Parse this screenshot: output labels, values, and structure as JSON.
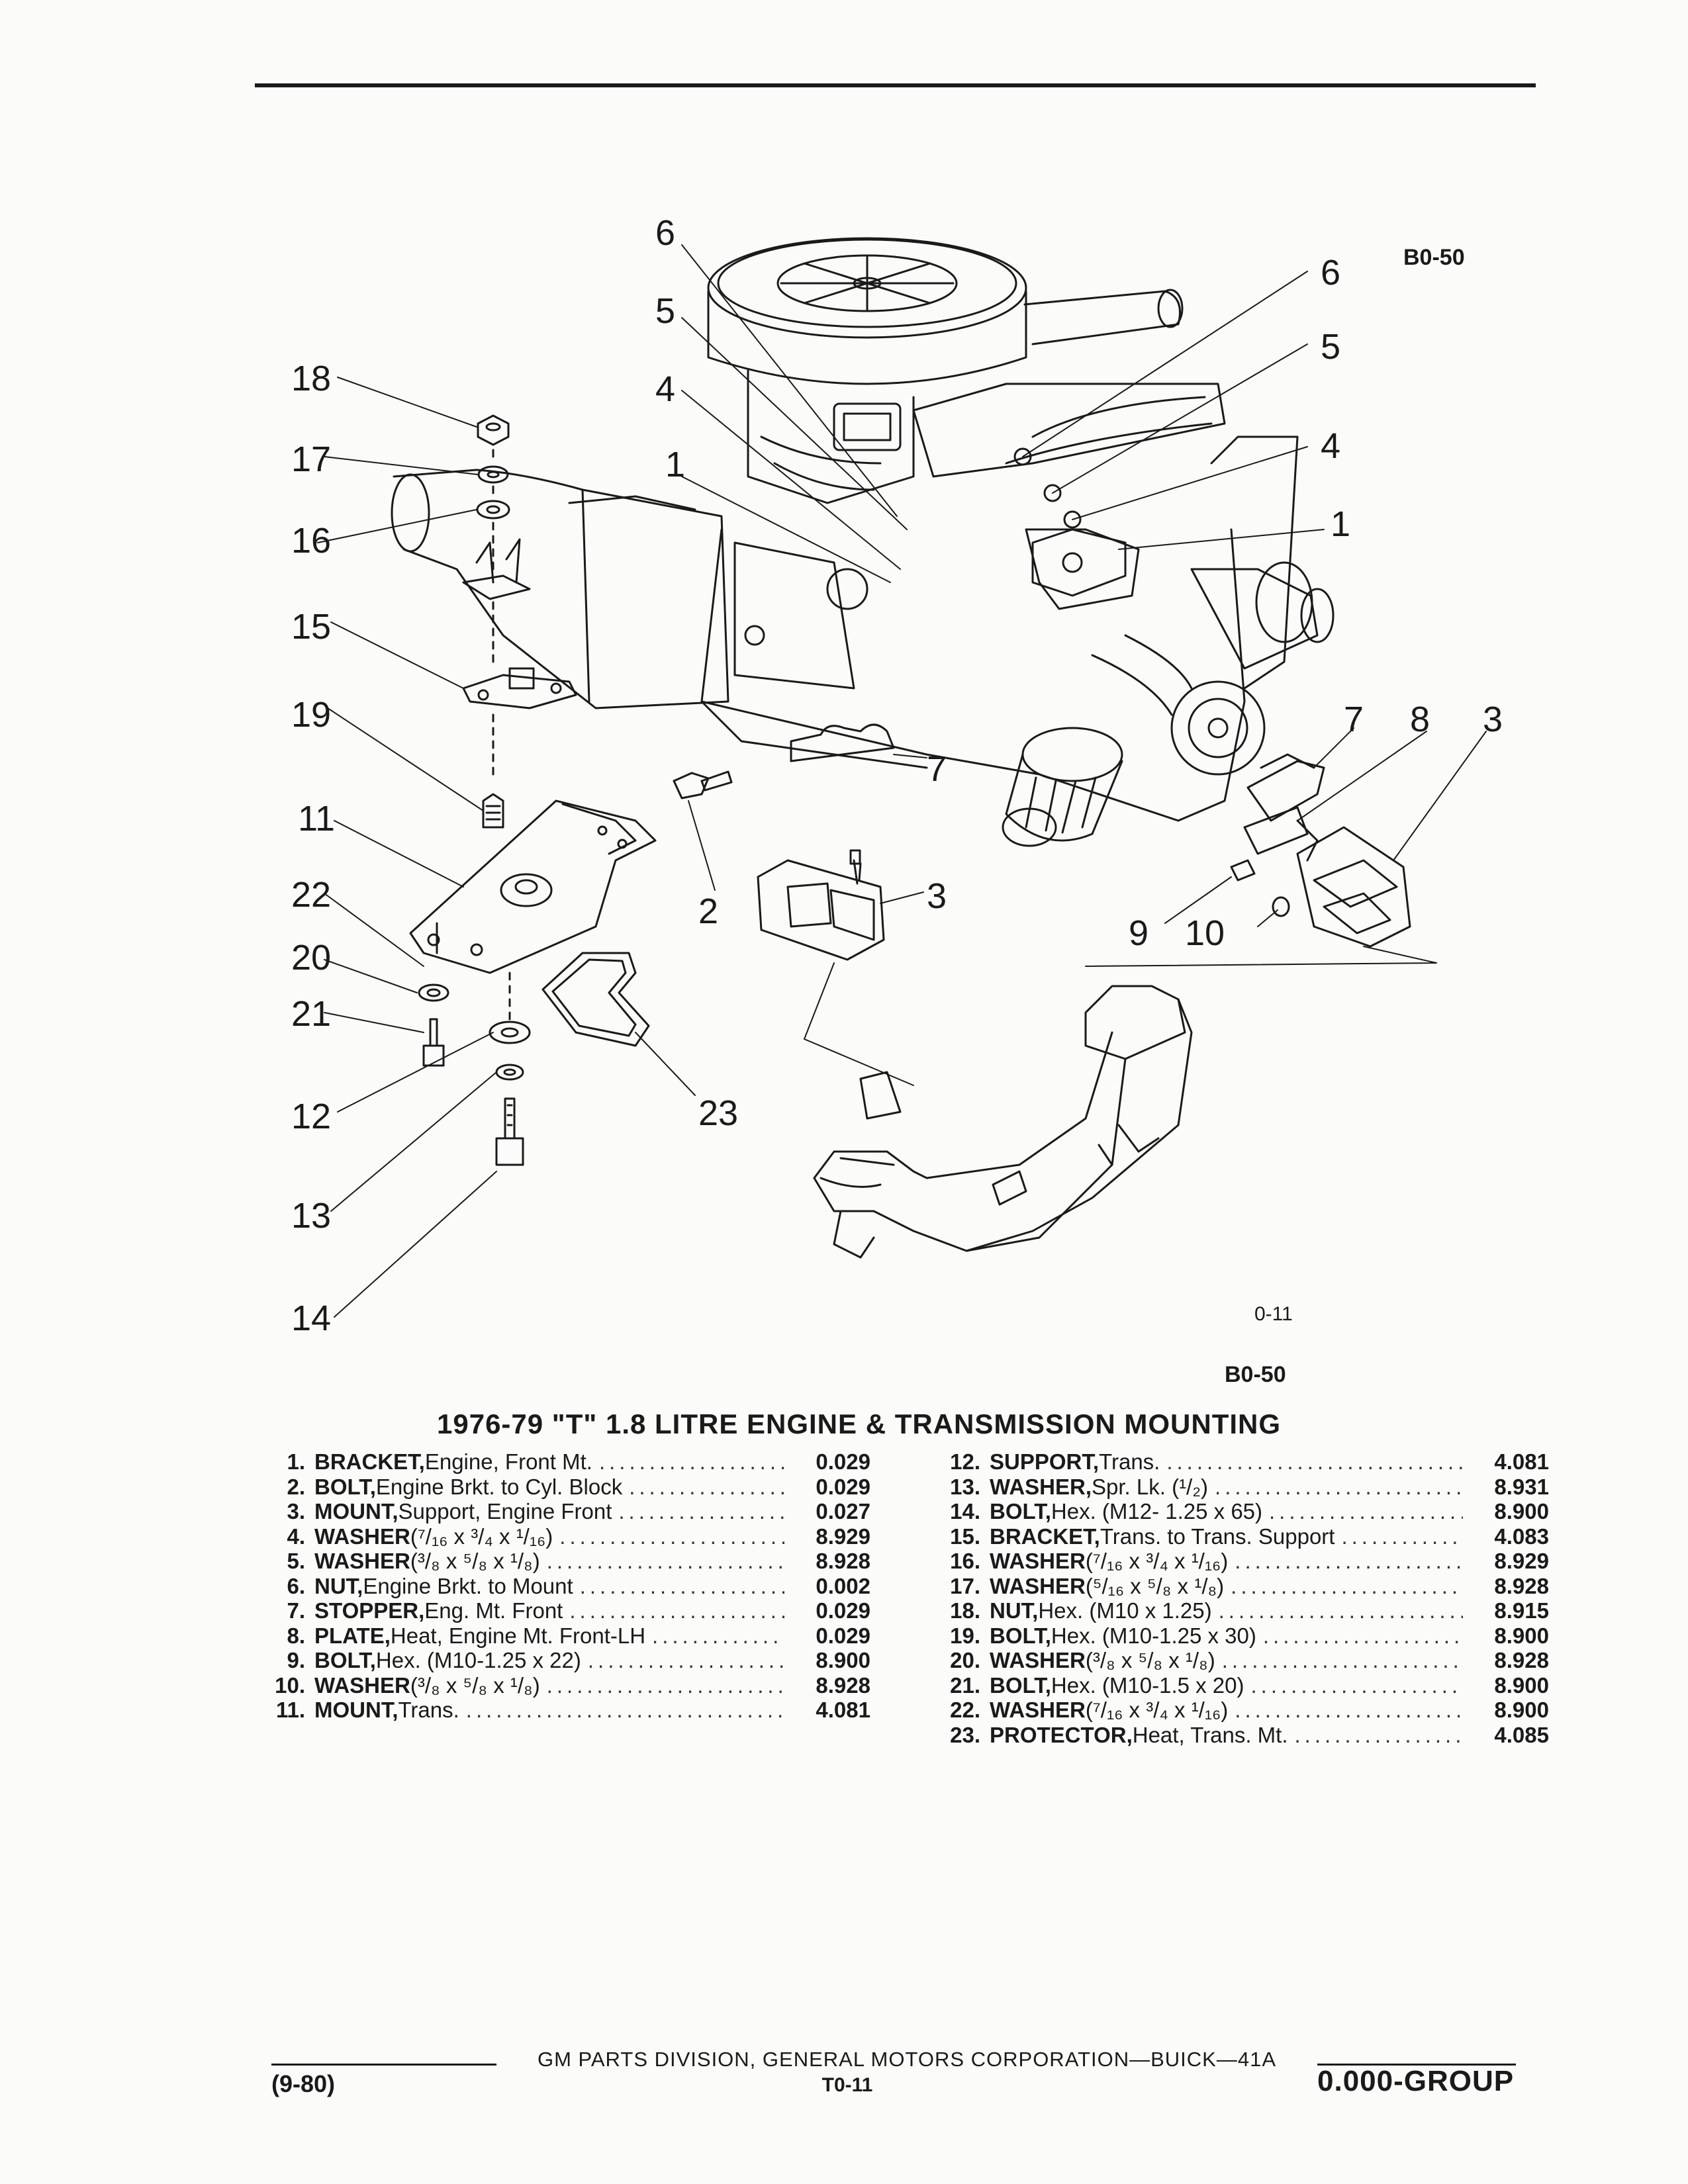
{
  "diagram": {
    "reference_code_top": "B0-50",
    "figure_number": "0-11",
    "reference_code_bottom": "B0-50",
    "callouts": {
      "c6a": "6",
      "c5a": "5",
      "c4a": "4",
      "c1a": "1",
      "c6b": "6",
      "c5b": "5",
      "c4b": "4",
      "c1b": "1",
      "c18": "18",
      "c17": "17",
      "c16": "16",
      "c15": "15",
      "c19": "19",
      "c11": "11",
      "c22": "22",
      "c20": "20",
      "c21": "21",
      "c12": "12",
      "c13": "13",
      "c14": "14",
      "c23": "23",
      "c2": "2",
      "c3a": "3",
      "c7a": "7",
      "c7b": "7",
      "c8": "8",
      "c3b": "3",
      "c9": "9",
      "c10": "10"
    }
  },
  "title": "1976-79 \"T\" 1.8 LITRE ENGINE & TRANSMISSION MOUNTING",
  "parts_left": [
    {
      "num": "1.",
      "name": "BRACKET,",
      "desc": " Engine, Front Mt.",
      "group": "0.029"
    },
    {
      "num": "2.",
      "name": "BOLT,",
      "desc": " Engine Brkt. to Cyl. Block",
      "group": "0.029"
    },
    {
      "num": "3.",
      "name": "MOUNT,",
      "desc": " Support, Engine Front",
      "group": "0.027"
    },
    {
      "num": "4.",
      "name": "WASHER",
      "desc": " (⁷/₁₆ x ³/₄ x ¹/₁₆)",
      "group": "8.929"
    },
    {
      "num": "5.",
      "name": "WASHER",
      "desc": " (³/₈ x ⁵/₈ x ¹/₈)",
      "group": "8.928"
    },
    {
      "num": "6.",
      "name": "NUT,",
      "desc": " Engine Brkt. to Mount",
      "group": "0.002"
    },
    {
      "num": "7.",
      "name": "STOPPER,",
      "desc": " Eng. Mt. Front",
      "group": "0.029"
    },
    {
      "num": "8.",
      "name": "PLATE,",
      "desc": " Heat, Engine Mt. Front-LH",
      "group": "0.029"
    },
    {
      "num": "9.",
      "name": "BOLT,",
      "desc": " Hex. (M10-1.25 x 22)",
      "group": "8.900"
    },
    {
      "num": "10.",
      "name": "WASHER",
      "desc": " (³/₈ x ⁵/₈ x ¹/₈)",
      "group": "8.928"
    },
    {
      "num": "11.",
      "name": "MOUNT,",
      "desc": " Trans.",
      "group": "4.081"
    }
  ],
  "parts_right": [
    {
      "num": "12.",
      "name": "SUPPORT,",
      "desc": " Trans.",
      "group": "4.081"
    },
    {
      "num": "13.",
      "name": "WASHER,",
      "desc": " Spr. Lk. (¹/₂)",
      "group": "8.931"
    },
    {
      "num": "14.",
      "name": "BOLT,",
      "desc": " Hex. (M12- 1.25 x 65)",
      "group": "8.900"
    },
    {
      "num": "15.",
      "name": "BRACKET,",
      "desc": " Trans. to Trans. Support",
      "group": "4.083"
    },
    {
      "num": "16.",
      "name": "WASHER",
      "desc": " (⁷/₁₆ x ³/₄ x ¹/₁₆)",
      "group": "8.929"
    },
    {
      "num": "17.",
      "name": "WASHER",
      "desc": " (⁵/₁₆ x ⁵/₈ x ¹/₈)",
      "group": "8.928"
    },
    {
      "num": "18.",
      "name": "NUT,",
      "desc": " Hex. (M10 x 1.25)",
      "group": "8.915"
    },
    {
      "num": "19.",
      "name": "BOLT,",
      "desc": " Hex. (M10-1.25 x 30)",
      "group": "8.900"
    },
    {
      "num": "20.",
      "name": "WASHER",
      "desc": " (³/₈ x ⁵/₈ x ¹/₈)",
      "group": "8.928"
    },
    {
      "num": "21.",
      "name": "BOLT,",
      "desc": " Hex. (M10-1.5 x 20)",
      "group": "8.900"
    },
    {
      "num": "22.",
      "name": "WASHER",
      "desc": " (⁷/₁₆ x ³/₄ x ¹/₁₆)",
      "group": "8.900"
    },
    {
      "num": "23.",
      "name": "PROTECTOR,",
      "desc": " Heat, Trans. Mt.",
      "group": "4.085"
    }
  ],
  "footer": {
    "center": "GM PARTS DIVISION, GENERAL MOTORS CORPORATION—BUICK—41A",
    "date": "(9-80)",
    "page": "T0-11",
    "group": "0.000-GROUP"
  }
}
